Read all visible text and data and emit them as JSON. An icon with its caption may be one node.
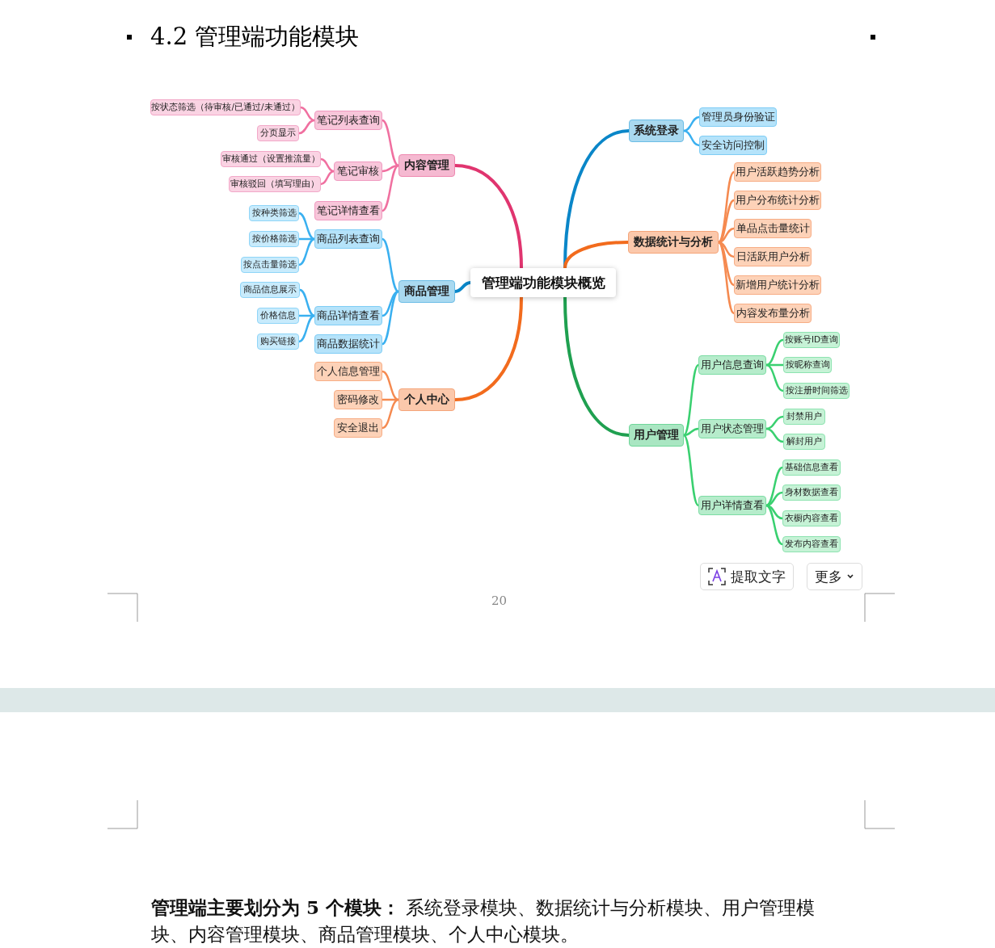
{
  "diagram": {
    "title": "4.2 管理端功能模块",
    "nodes": [
      {
        "text": [
          "管理端功能模块概览"
        ]
      },
      {
        "text": [
          "系统登录"
        ]
      },
      {
        "text": [
          "管理员身份验证"
        ]
      },
      {
        "text": [
          "安全访问控制"
        ]
      },
      {
        "text": [
          "数据统计与分析"
        ]
      },
      {
        "text": [
          "用户活跃趋势分析"
        ]
      },
      {
        "text": [
          "用户分布统计分析"
        ]
      },
      {
        "text": [
          "单品点击量统计"
        ]
      },
      {
        "text": [
          "日活跃用户分析"
        ]
      },
      {
        "text": [
          "新增用户统计分析"
        ]
      },
      {
        "text": [
          "内容发布量分析"
        ]
      },
      {
        "text": [
          "用户管理"
        ]
      },
      {
        "text": [
          "用户信息查询"
        ]
      },
      {
        "text": [
          "按账号ID查询"
        ]
      },
      {
        "text": [
          "按昵称查询"
        ]
      },
      {
        "text": [
          "按注册时间筛选"
        ]
      },
      {
        "text": [
          "用户状态管理"
        ]
      },
      {
        "text": [
          "封禁用户"
        ]
      },
      {
        "text": [
          "解封用户"
        ]
      },
      {
        "text": [
          "用户详情查看"
        ]
      },
      {
        "text": [
          "基础信息查看"
        ]
      },
      {
        "text": [
          "身材数据查看"
        ]
      },
      {
        "text": [
          "衣橱内容查看"
        ]
      },
      {
        "text": [
          "发布内容查看"
        ]
      },
      {
        "text": [
          "内容管理"
        ]
      },
      {
        "text": [
          "笔记列表查询"
        ]
      },
      {
        "text": [
          "按状态筛选（待审核/已通过/未通过）"
        ]
      },
      {
        "text": [
          "分页显示"
        ]
      },
      {
        "text": [
          "笔记审核"
        ]
      },
      {
        "text": [
          "审核通过（设置推流量）"
        ]
      },
      {
        "text": [
          "审核驳回（填写理由）"
        ]
      },
      {
        "text": [
          "笔记详情查看"
        ]
      },
      {
        "text": [
          "商品管理"
        ]
      },
      {
        "text": [
          "商品列表查询"
        ]
      },
      {
        "text": [
          "按种类筛选"
        ]
      },
      {
        "text": [
          "按价格筛选"
        ]
      },
      {
        "text": [
          "按点击量筛选"
        ]
      },
      {
        "text": [
          "商品详情查看"
        ]
      },
      {
        "text": [
          "商品信息展示"
        ]
      },
      {
        "text": [
          "价格信息"
        ]
      },
      {
        "text": [
          "购买链接"
        ]
      },
      {
        "text": [
          "商品数据统计"
        ]
      },
      {
        "text": [
          "个人中心"
        ]
      },
      {
        "text": [
          "个人信息管理"
        ]
      },
      {
        "text": [
          "密码修改"
        ]
      },
      {
        "text": [
          "安全退出"
        ]
      }
    ],
    "edges": [
      {
        "from": 0,
        "to": 1,
        "arrow": "none",
        "color": "#0a86c8"
      },
      {
        "from": 1,
        "to": 2,
        "arrow": "none",
        "color": "#3ab0f0"
      },
      {
        "from": 1,
        "to": 3,
        "arrow": "none",
        "color": "#3ab0f0"
      },
      {
        "from": 0,
        "to": 4,
        "arrow": "none",
        "color": "#f26b1d"
      },
      {
        "from": 4,
        "to": 5,
        "arrow": "none",
        "color": "#f58a50"
      },
      {
        "from": 4,
        "to": 6,
        "arrow": "none",
        "color": "#f58a50"
      },
      {
        "from": 4,
        "to": 7,
        "arrow": "none",
        "color": "#f58a50"
      },
      {
        "from": 4,
        "to": 8,
        "arrow": "none",
        "color": "#f58a50"
      },
      {
        "from": 4,
        "to": 9,
        "arrow": "none",
        "color": "#f58a50"
      },
      {
        "from": 4,
        "to": 10,
        "arrow": "none",
        "color": "#f58a50"
      },
      {
        "from": 0,
        "to": 11,
        "arrow": "none",
        "color": "#1fa050"
      },
      {
        "from": 11,
        "to": 12,
        "arrow": "none",
        "color": "#3ad070"
      },
      {
        "from": 12,
        "to": 13,
        "arrow": "none",
        "color": "#3ad070"
      },
      {
        "from": 12,
        "to": 14,
        "arrow": "none",
        "color": "#3ad070"
      },
      {
        "from": 12,
        "to": 15,
        "arrow": "none",
        "color": "#3ad070"
      },
      {
        "from": 11,
        "to": 16,
        "arrow": "none",
        "color": "#3ad070"
      },
      {
        "from": 16,
        "to": 17,
        "arrow": "none",
        "color": "#3ad070"
      },
      {
        "from": 16,
        "to": 18,
        "arrow": "none",
        "color": "#3ad070"
      },
      {
        "from": 11,
        "to": 19,
        "arrow": "none",
        "color": "#3ad070"
      },
      {
        "from": 19,
        "to": 20,
        "arrow": "none",
        "color": "#3ad070"
      },
      {
        "from": 19,
        "to": 21,
        "arrow": "none",
        "color": "#3ad070"
      },
      {
        "from": 19,
        "to": 22,
        "arrow": "none",
        "color": "#3ad070"
      },
      {
        "from": 19,
        "to": 23,
        "arrow": "none",
        "color": "#3ad070"
      },
      {
        "from": 0,
        "to": 24,
        "arrow": "none",
        "color": "#e0356f"
      },
      {
        "from": 24,
        "to": 25,
        "arrow": "none",
        "color": "#f070a0"
      },
      {
        "from": 25,
        "to": 26,
        "arrow": "none",
        "color": "#f070a0"
      },
      {
        "from": 25,
        "to": 27,
        "arrow": "none",
        "color": "#f070a0"
      },
      {
        "from": 24,
        "to": 28,
        "arrow": "none",
        "color": "#f070a0"
      },
      {
        "from": 28,
        "to": 29,
        "arrow": "none",
        "color": "#f070a0"
      },
      {
        "from": 28,
        "to": 30,
        "arrow": "none",
        "color": "#f070a0"
      },
      {
        "from": 24,
        "to": 31,
        "arrow": "none",
        "color": "#f070a0"
      },
      {
        "from": 0,
        "to": 32,
        "arrow": "none",
        "color": "#0a86c8"
      },
      {
        "from": 32,
        "to": 33,
        "arrow": "none",
        "color": "#3ab0f0"
      },
      {
        "from": 33,
        "to": 34,
        "arrow": "none",
        "color": "#3ab0f0"
      },
      {
        "from": 33,
        "to": 35,
        "arrow": "none",
        "color": "#3ab0f0"
      },
      {
        "from": 33,
        "to": 36,
        "arrow": "none",
        "color": "#3ab0f0"
      },
      {
        "from": 32,
        "to": 37,
        "arrow": "none",
        "color": "#3ab0f0"
      },
      {
        "from": 37,
        "to": 38,
        "arrow": "none",
        "color": "#3ab0f0"
      },
      {
        "from": 37,
        "to": 39,
        "arrow": "none",
        "color": "#3ab0f0"
      },
      {
        "from": 37,
        "to": 40,
        "arrow": "none",
        "color": "#3ab0f0"
      },
      {
        "from": 32,
        "to": 41,
        "arrow": "none",
        "color": "#3ab0f0"
      },
      {
        "from": 0,
        "to": 42,
        "arrow": "none",
        "color": "#f26b1d"
      },
      {
        "from": 42,
        "to": 43,
        "arrow": "none",
        "color": "#f58a50"
      },
      {
        "from": 42,
        "to": 44,
        "arrow": "none",
        "color": "#f58a50"
      },
      {
        "from": 42,
        "to": 45,
        "arrow": "none",
        "color": "#f58a50"
      }
    ],
    "labels": [
      "20",
      "提取文字",
      "更多",
      "**管理端主要划分为 5 个模块：** 系统登录模块、数据统计与分析模块、用户管理模块、内容管理模块、商品管理模块、个人中心模块。"
    ]
  }
}
